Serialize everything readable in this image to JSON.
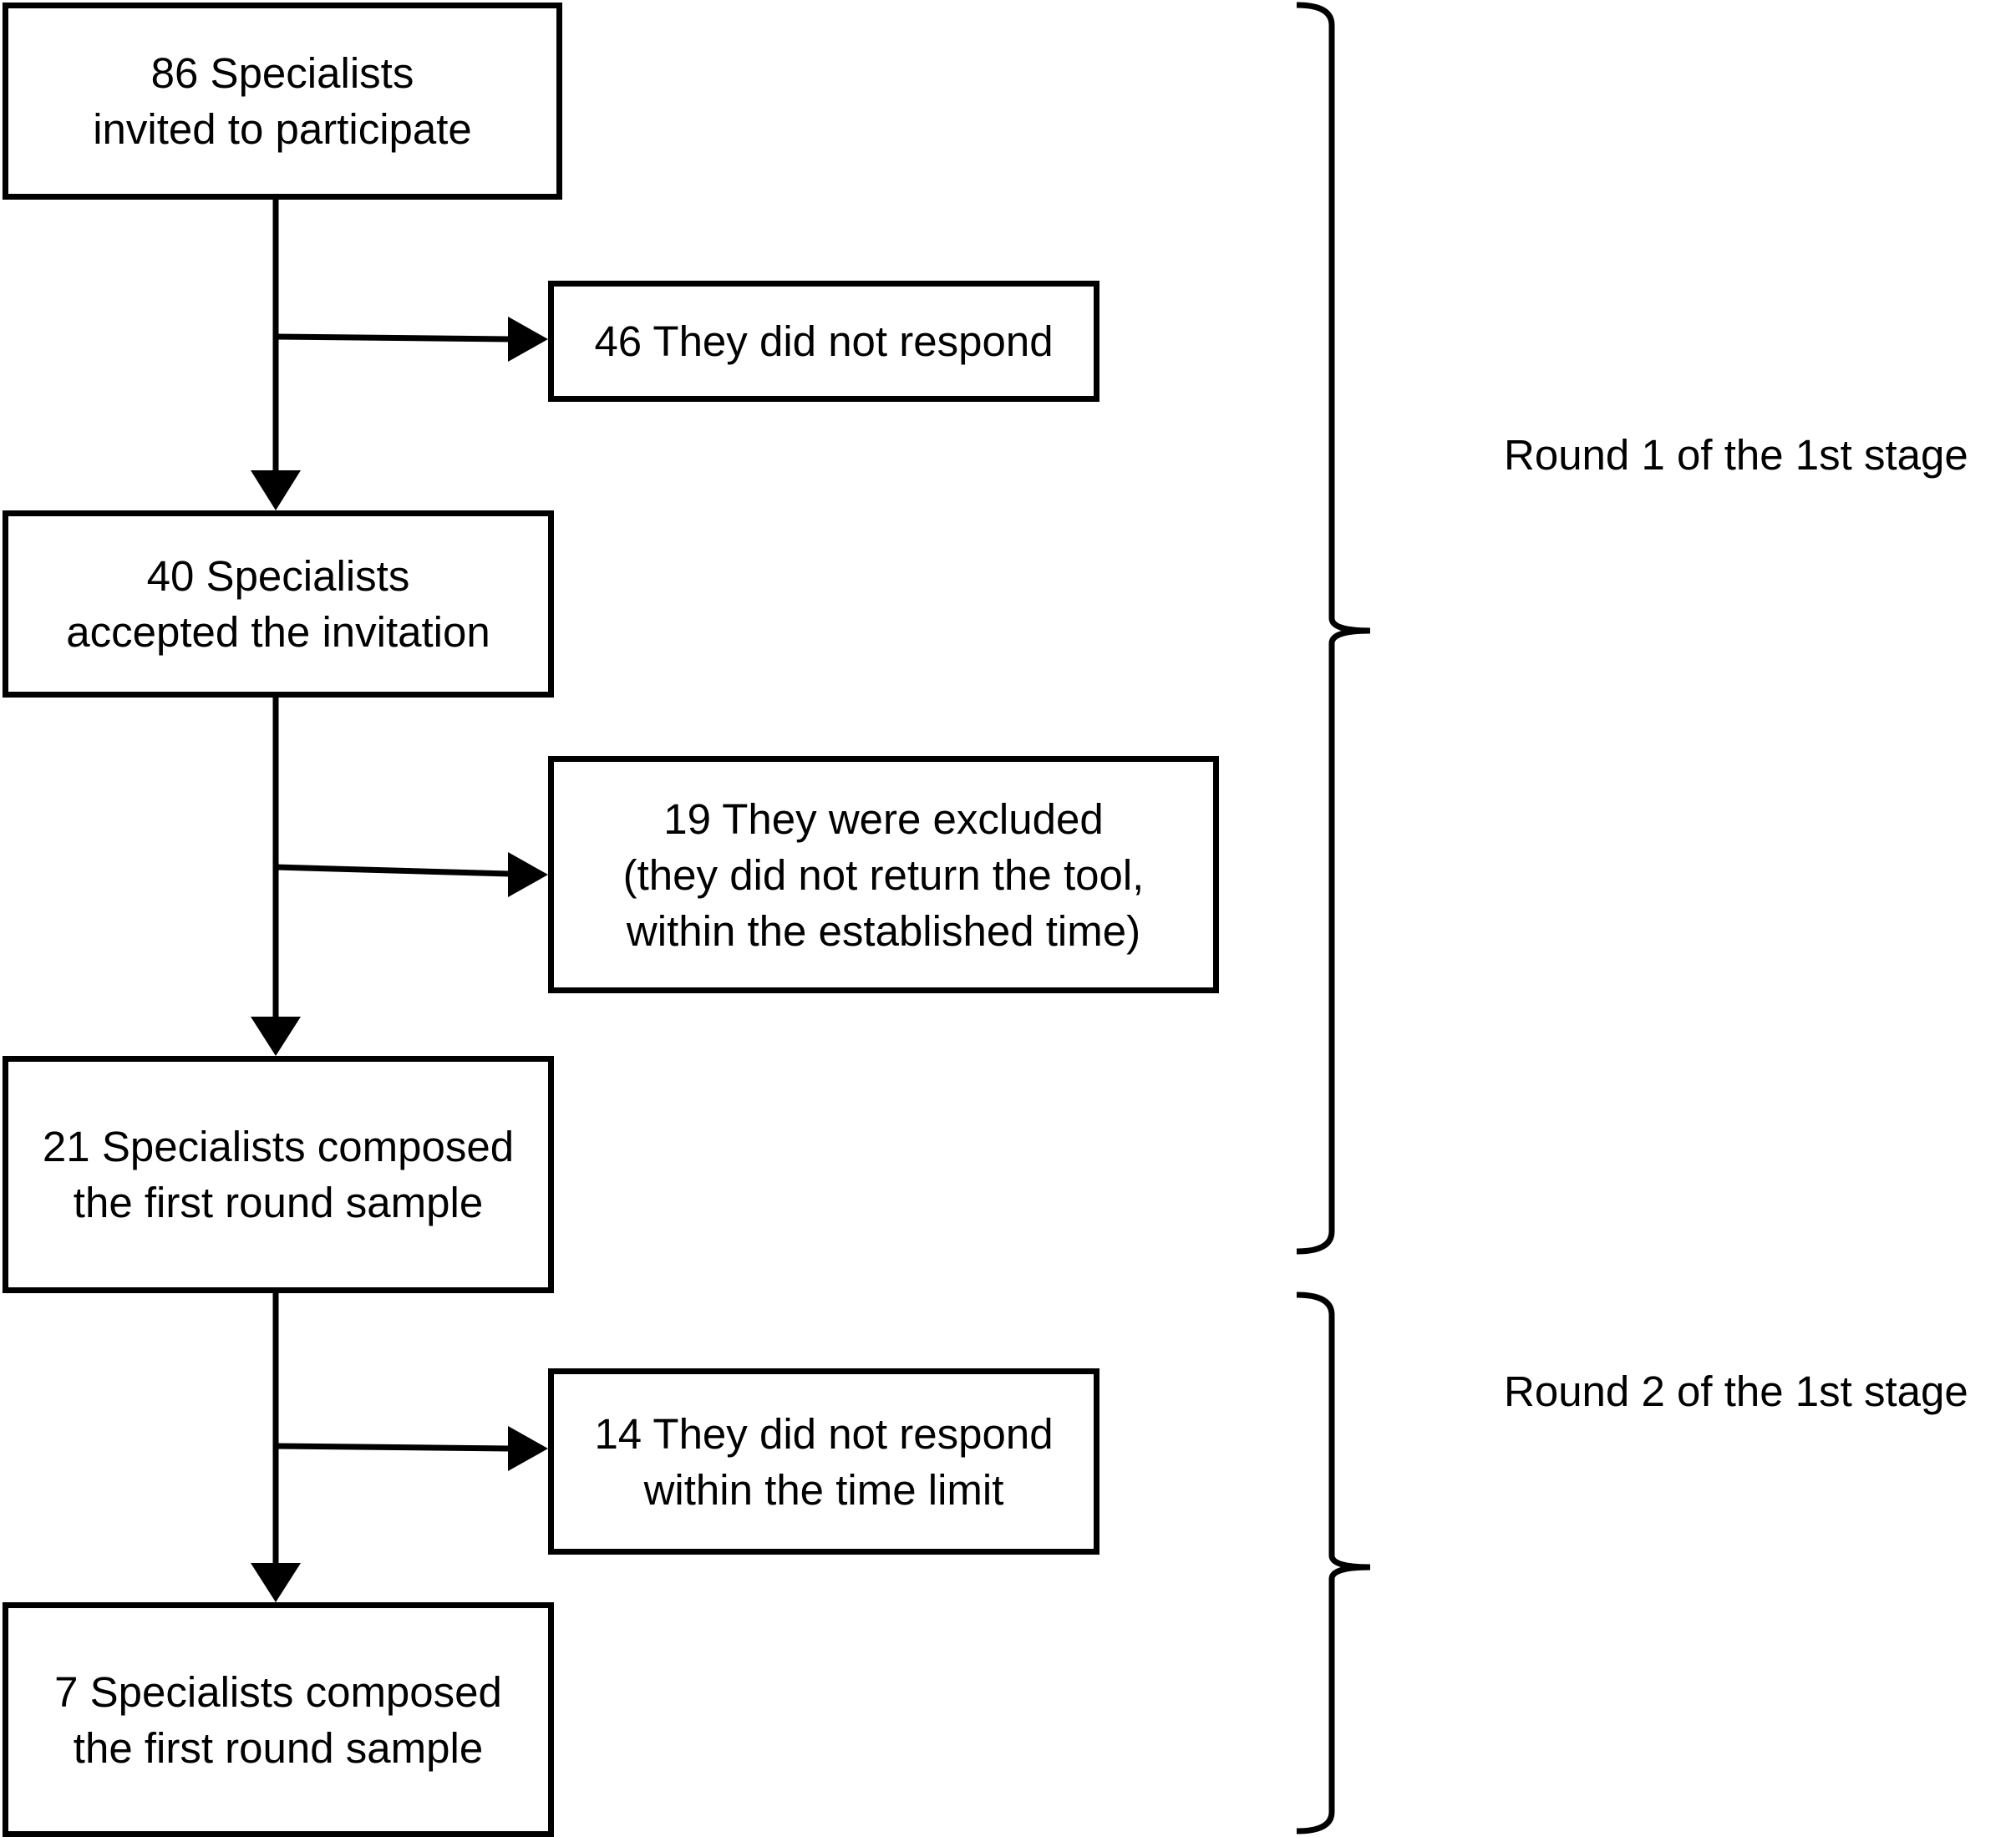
{
  "flow": {
    "invited": {
      "line1": "86 Specialists",
      "line2": "invited to participate"
    },
    "no_response": {
      "line1": "46 They did not respond"
    },
    "accepted": {
      "line1": "40 Specialists",
      "line2": "accepted the invitation"
    },
    "excluded": {
      "line1": "19 They were excluded",
      "line2": "(they did not return the tool,",
      "line3": "within the established time)"
    },
    "round1_sample": {
      "line1": "21 Specialists composed",
      "line2": "the first round sample"
    },
    "no_response_time": {
      "line1": "14 They did not respond",
      "line2": "within the time limit"
    },
    "round2_sample": {
      "line1": "7 Specialists composed",
      "line2": "the first round sample"
    }
  },
  "stages": {
    "round1": "Round 1 of the 1st stage",
    "round2": "Round 2 of the 1st stage"
  }
}
